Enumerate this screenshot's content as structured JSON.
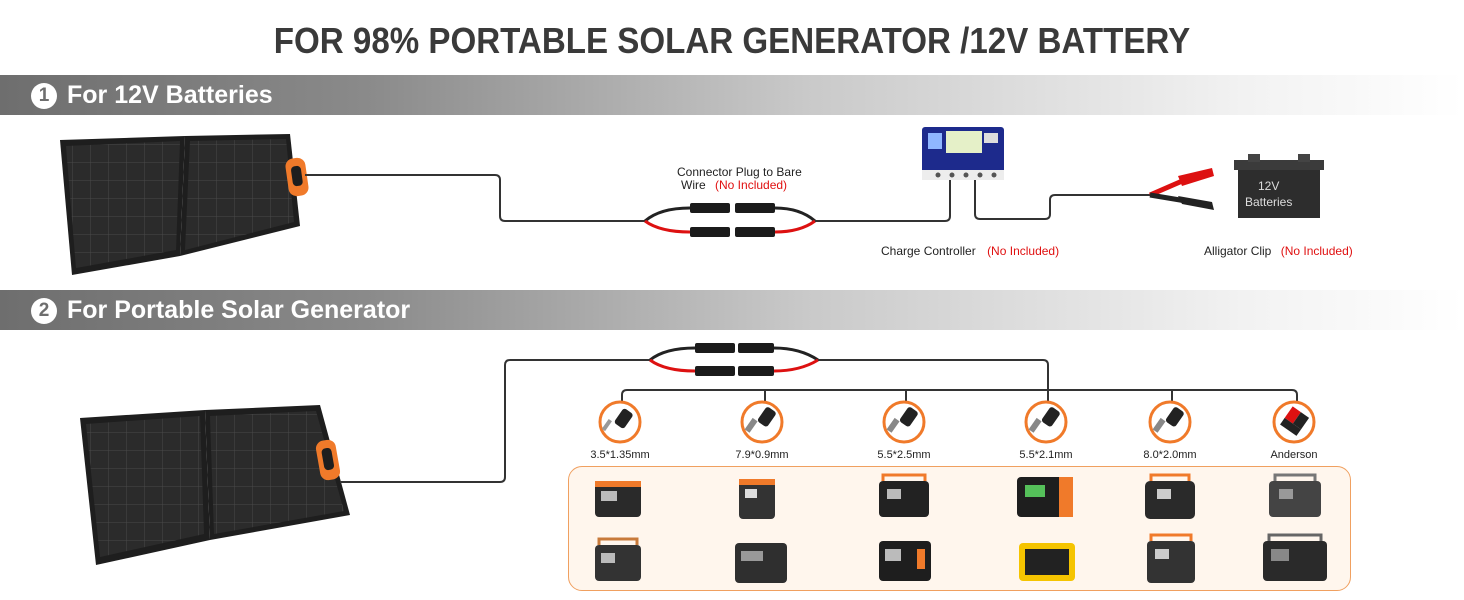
{
  "title": "FOR 98% PORTABLE SOLAR GENERATOR /12V BATTERY",
  "section1": {
    "number": "1",
    "label": "For 12V Batteries"
  },
  "section2": {
    "number": "2",
    "label": "For Portable Solar Generator"
  },
  "connector": {
    "line1": "Connector Plug to Bare",
    "line2": "Wire",
    "note": "(No Included)"
  },
  "charge_controller": {
    "label": "Charge Controller",
    "note": "(No Included)"
  },
  "alligator_clip": {
    "label": "Alligator Clip",
    "note": "(No Included)"
  },
  "battery": {
    "line1": "12V",
    "line2": "Batteries"
  },
  "plugs": [
    {
      "label": "3.5*1.35mm"
    },
    {
      "label": "7.9*0.9mm"
    },
    {
      "label": "5.5*2.5mm"
    },
    {
      "label": "5.5*2.1mm"
    },
    {
      "label": "8.0*2.0mm"
    },
    {
      "label": "Anderson"
    }
  ],
  "colors": {
    "accent": "#f07a2a",
    "band": "#7a7a7a",
    "red_note": "#e01010"
  }
}
